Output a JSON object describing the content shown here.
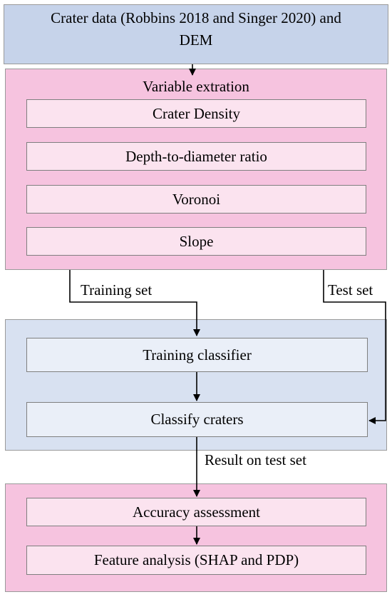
{
  "nodes": {
    "input_data": {
      "line1": "Crater data (Robbins 2018 and Singer 2020) and",
      "line2": "DEM"
    },
    "variable_extraction": {
      "title": "Variable extration",
      "items": [
        "Crater Density",
        "Depth-to-diameter ratio",
        "Voronoi",
        "Slope"
      ]
    },
    "training_classifier": "Training classifier",
    "classify_craters": "Classify craters",
    "accuracy_assessment": "Accuracy assessment",
    "feature_analysis": "Feature analysis (SHAP and PDP)"
  },
  "edges": {
    "training_set": "Training set",
    "test_set": "Test set",
    "result_on_test_set": "Result on test set"
  },
  "colors": {
    "input_fill": "#c6d3ea",
    "pink_panel": "#f6c3df",
    "pink_inner": "#fbe3ef",
    "blue_panel": "#d8e1f1",
    "blue_inner": "#eaeff8",
    "line": "#000000"
  }
}
